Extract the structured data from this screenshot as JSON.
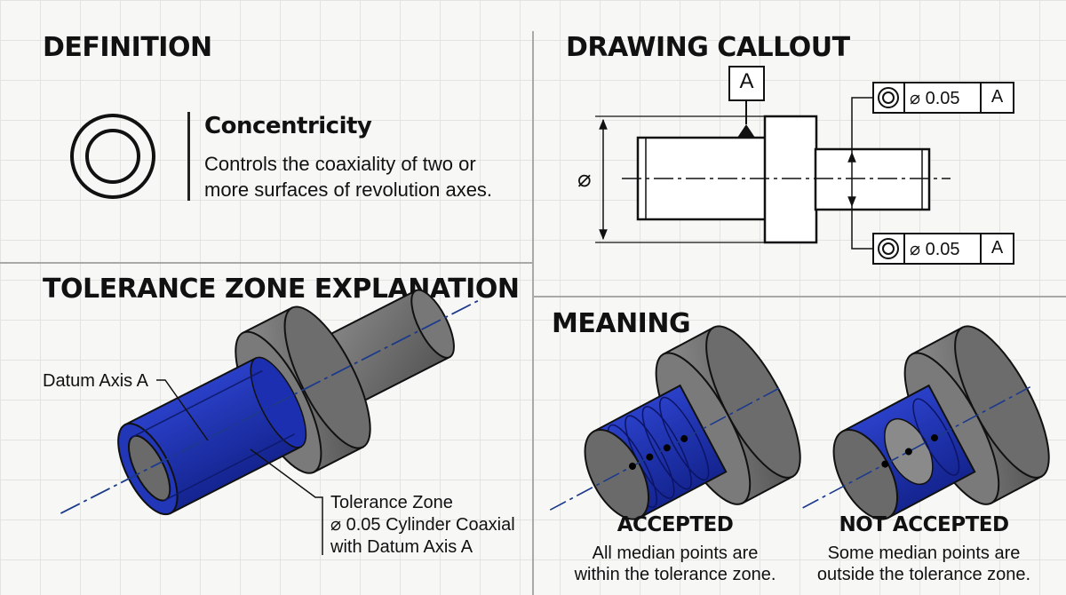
{
  "sections": {
    "definition": "DEFINITION",
    "callout": "DRAWING CALLOUT",
    "tolerance": "TOLERANCE ZONE EXPLANATION",
    "meaning": "MEANING"
  },
  "definition": {
    "symbol_icon": "concentricity-symbol-icon",
    "title": "Concentricity",
    "desc_line1": "Controls the coaxiality of two or",
    "desc_line2": "more surfaces of revolution axes."
  },
  "callout": {
    "datum_letter": "A",
    "diameter_symbol": "⌀",
    "fcf_top": {
      "symbol_icon": "concentricity-symbol-icon",
      "value": "⌀ 0.05",
      "datum": "A"
    },
    "fcf_bottom": {
      "symbol_icon": "concentricity-symbol-icon",
      "value": "⌀ 0.05",
      "datum": "A"
    }
  },
  "tolerance": {
    "datum_label": "Datum Axis A",
    "zone_line1": "Tolerance Zone",
    "zone_line2": "⌀ 0.05 Cylinder Coaxial",
    "zone_line3": "with Datum Axis A"
  },
  "meaning": {
    "accepted_title": "ACCEPTED",
    "accepted_line1": "All median points are",
    "accepted_line2": "within the tolerance zone.",
    "rejected_title": "NOT ACCEPTED",
    "rejected_line1": "Some median points are",
    "rejected_line2": "outside the tolerance zone."
  },
  "colors": {
    "tolerance_zone_blue": "#1b2fb0",
    "part_gray": "#6f6f6f",
    "axis_line": "#1c3a8c"
  }
}
